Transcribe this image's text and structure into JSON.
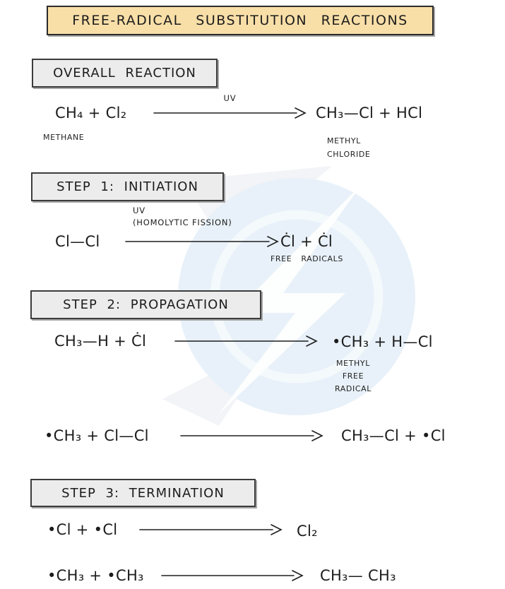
{
  "title": {
    "label": "FREE-RADICAL SUBSTITUTION REACTIONS",
    "bg_color": "#F8DFA8",
    "border_color": "#2B2B2B"
  },
  "colors": {
    "heading_bg": "#ECECEC",
    "heading_border": "#3C3C3C",
    "text": "#1C1C1C",
    "watermark_blue": "#E8F1F9",
    "watermark_white": "#FDFEFE"
  },
  "watermark": {
    "name": "circular-bolt-logo"
  },
  "sections": {
    "overall": {
      "heading": "OVERALL REACTION",
      "equation": {
        "lhs": "CH₄ + Cl₂",
        "lhs_label": "METHANE",
        "arrow_label": "UV",
        "rhs": "CH₃—Cl + HCl",
        "rhs_label_line1": "METHYL",
        "rhs_label_line2": "CHLORIDE"
      }
    },
    "step1": {
      "heading": "STEP 1: INITIATION",
      "equation": {
        "lhs": "Cl—Cl",
        "arrow_label_line1": "UV",
        "arrow_label_line2": "(HOMOLYTIC FISSION)",
        "rhs": "Ċl + Ċl",
        "rhs_label": "FREE RADICALS"
      }
    },
    "step2": {
      "heading": "STEP 2: PROPAGATION",
      "equation1": {
        "lhs": "CH₃—H + Ċl",
        "rhs": "•CH₃ + H—Cl",
        "rhs_label_line1": "METHYL",
        "rhs_label_line2": "FREE",
        "rhs_label_line3": "RADICAL"
      },
      "equation2": {
        "lhs": "•CH₃ + Cl—Cl",
        "rhs": "CH₃—Cl + •Cl"
      }
    },
    "step3": {
      "heading": "STEP 3: TERMINATION",
      "equation1": {
        "lhs": "•Cl + •Cl",
        "rhs": "Cl₂"
      },
      "equation2": {
        "lhs": "•CH₃ + •CH₃",
        "rhs": "CH₃— CH₃"
      }
    }
  }
}
